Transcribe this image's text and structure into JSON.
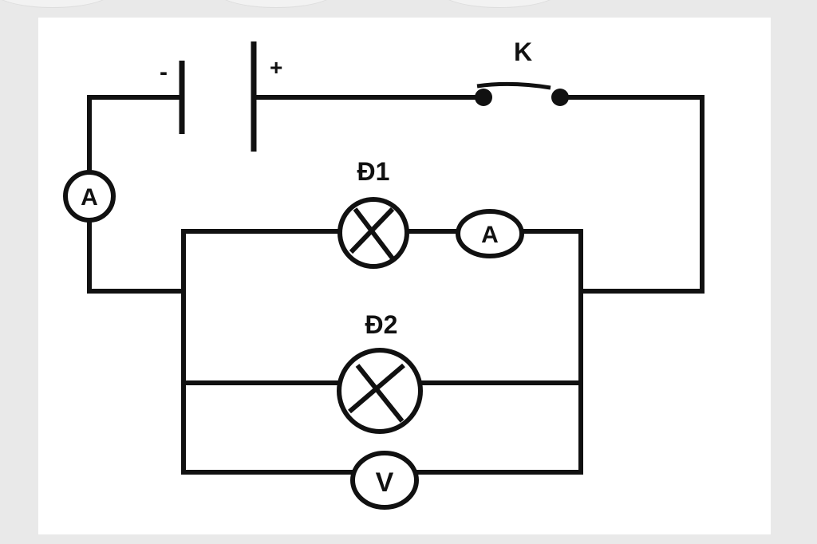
{
  "circuit": {
    "battery": {
      "negative": "-",
      "positive": "+"
    },
    "switch": {
      "label": "K"
    },
    "ammeter_main": {
      "symbol": "A"
    },
    "lamp1": {
      "label": "Đ1"
    },
    "ammeter_branch": {
      "symbol": "A"
    },
    "lamp2": {
      "label": "Đ2"
    },
    "voltmeter": {
      "symbol": "V"
    }
  }
}
